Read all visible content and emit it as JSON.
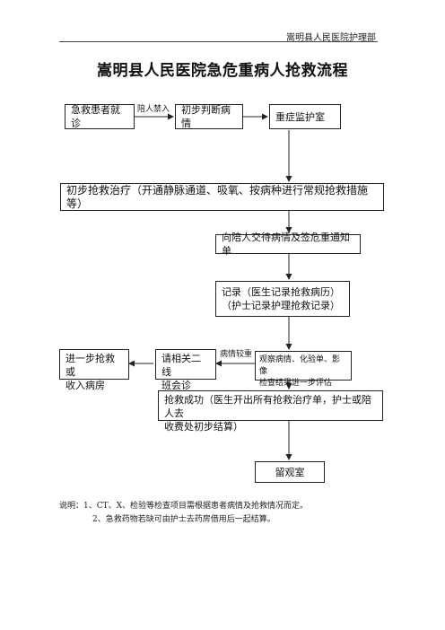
{
  "header": {
    "text": "嵩明县人民医院护理部"
  },
  "title": "嵩明县人民医院急危重病人抢救流程",
  "nodes": {
    "emergency_visit": "急救患者就诊",
    "initial_judgment": "初步判断病情",
    "icu": "重症监护室",
    "initial_treatment": "初步抢救治疗（开通静脉通道、吸氧、按病种进行常规抢救措施等）",
    "notify_family": "向陪人交待病情及签危重通知单",
    "record_line1": "记录（医生记录抢救病历）",
    "record_line2": "（护士记录护理抢救记录）",
    "observe_line1": "观察病情、化验单、影像",
    "observe_line2": "检查结果进一步评估",
    "consult_line1": "请相关二线",
    "consult_line2": "班会诊",
    "further_line1": "进一步抢救或",
    "further_line2": "收入病房",
    "success_line1": "抢救成功（医生开出所有抢救治疗单，护士或陪人去",
    "success_line2": "收费处初步结算）",
    "observation_room": "留观室"
  },
  "edge_labels": {
    "no_escort": "陪人禁入",
    "severe": "病情较重"
  },
  "notes": {
    "line1": "说明：1、CT、X、检验等检查项目需根据患者病情及抢救情况而定。",
    "line2": "2、急救药物若缺可由护士去药房借用后一起结算。"
  }
}
